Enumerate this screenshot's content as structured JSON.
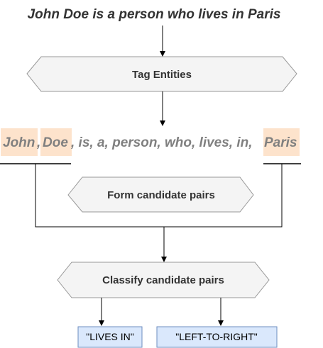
{
  "sentence": "John Doe is a person who lives in Paris",
  "steps": {
    "tag_entities": "Tag Entities",
    "form_pairs": "Form candidate pairs",
    "classify_pairs": "Classify candidate pairs"
  },
  "tokens": [
    {
      "text": "John",
      "entity": true
    },
    {
      "text": ",",
      "entity": false
    },
    {
      "text": "Doe",
      "entity": true
    },
    {
      "text": ", is, a, person, who, lives, in,",
      "entity": false
    },
    {
      "text": "Paris",
      "entity": true
    }
  ],
  "outputs": {
    "relation": "\"LIVES IN\"",
    "direction": "\"LEFT-TO-RIGHT\""
  },
  "colors": {
    "entity_highlight": "#fde3cc",
    "step_fill": "#f4f4f4",
    "output_fill": "#dae8fc",
    "output_border": "#6c8ebf"
  }
}
